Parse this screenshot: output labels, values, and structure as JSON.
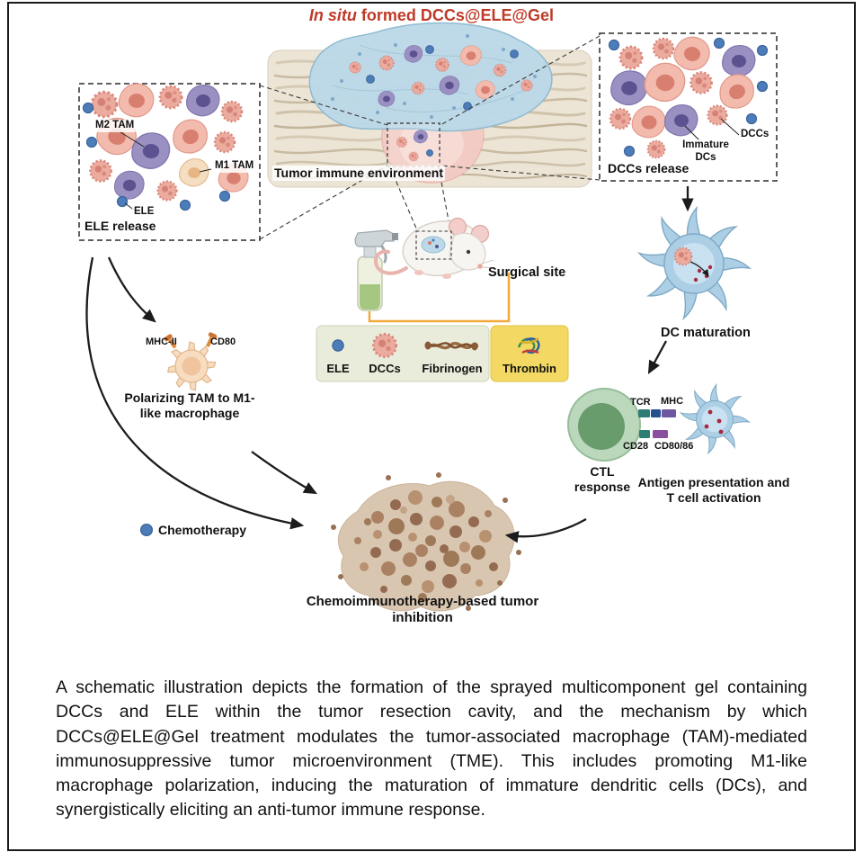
{
  "title": {
    "italic_part": "In situ",
    "rest_part": " formed DCCs@ELE@Gel"
  },
  "left_box": {
    "title": "ELE release",
    "m2_tam_label": "M2 TAM",
    "m1_tam_label": "M1 TAM",
    "ele_label": "ELE"
  },
  "right_box": {
    "title": "DCCs release",
    "immature_dcs_label": "Immature DCs",
    "dccs_label": "DCCs"
  },
  "center": {
    "tumor_env_label": "Tumor immune environment",
    "surgical_site_label": "Surgical site"
  },
  "legend": {
    "ele": "ELE",
    "dccs": "DCCs",
    "fibrinogen": "Fibrinogen",
    "thrombin": "Thrombin"
  },
  "right_flow": {
    "dc_maturation": "DC maturation",
    "tcr": "TCR",
    "mhc": "MHC",
    "cd28": "CD28",
    "cd80_86": "CD80/86",
    "ctl_response": "CTL response",
    "antigen_presentation": "Antigen presentation and T cell activation"
  },
  "left_flow": {
    "mhc2": "MHC-II",
    "cd80": "CD80",
    "polarizing": "Polarizing TAM to M1-like macrophage",
    "chemotherapy": "Chemotherapy"
  },
  "bottom": {
    "tumor_inhibition": "Chemoimmunotherapy-based tumor inhibition"
  },
  "caption": "A schematic illustration depicts the formation of the sprayed multicomponent gel containing DCCs and ELE within the tumor resection cavity, and the mechanism by which DCCs@ELE@Gel treatment modulates the tumor-associated macrophage (TAM)-mediated immunosuppressive tumor microenvironment (TME). This includes promoting M1-like macrophage polarization, inducing the maturation of immature dendritic cells (DCs), and synergistically eliciting an anti-tumor immune response.",
  "colors": {
    "title_red": "#bf3a28",
    "thrombin_bg": "#f3d964",
    "ele_blue": "#4d7db8",
    "connector_orange": "#f2a93b",
    "gel_blue": "#bcd9e8",
    "tumor_brown": "#8d6247"
  }
}
